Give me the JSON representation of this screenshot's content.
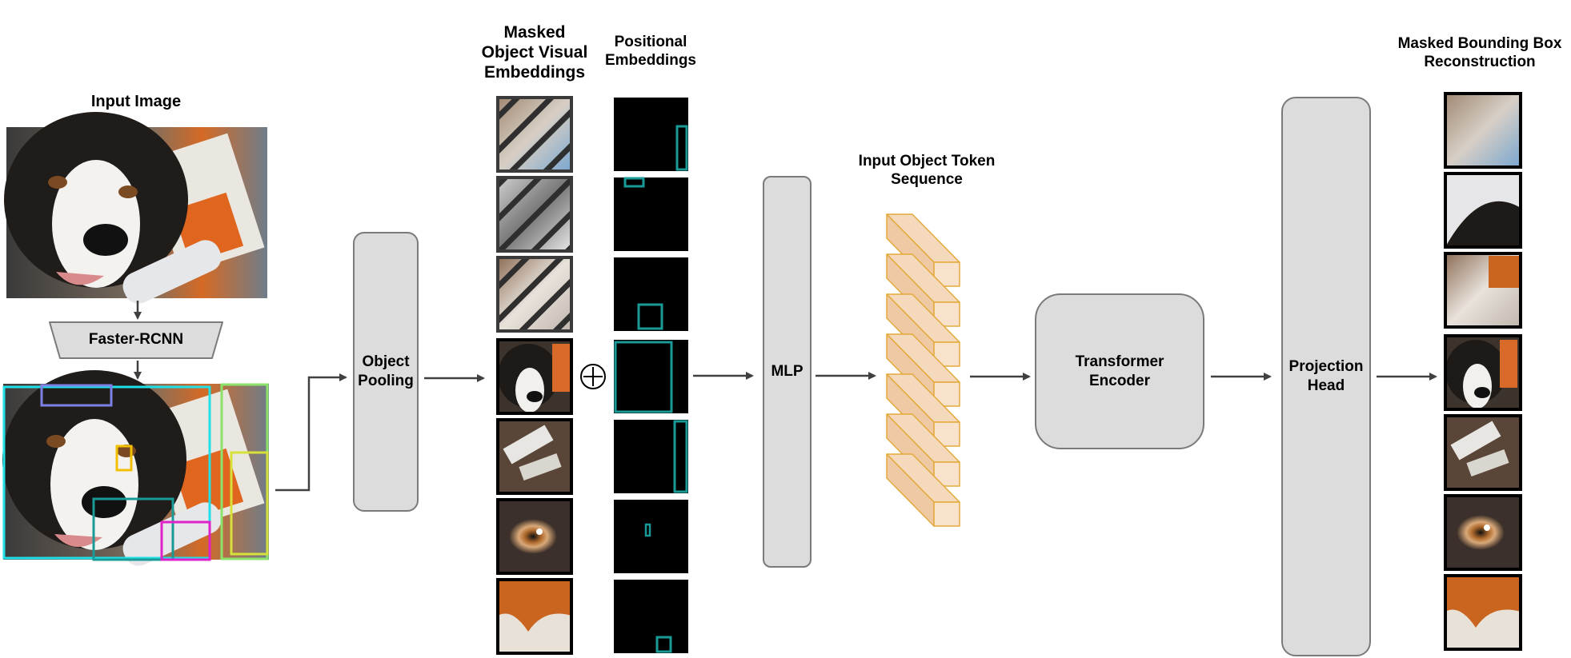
{
  "labels": {
    "input_image": "Input Image",
    "masked_embeddings": "Masked\nObject Visual\nEmbeddings",
    "positional_embeddings": "Positional\nEmbeddings",
    "token_sequence": "Input Object Token\nSequence",
    "reconstruction": "Masked Bounding Box\nReconstruction"
  },
  "blocks": {
    "detector": "Faster-RCNN",
    "pooling": "Object\nPooling",
    "mlp": "MLP",
    "encoder": "Transformer\nEncoder",
    "projection": "Projection\nHead"
  },
  "plus_symbol": "+",
  "colors": {
    "block_fill": "#dcdcdc",
    "block_border": "#7a7a7a",
    "token_fill": "#f5d9bd",
    "token_stroke": "#e3a93a",
    "mask_border": "#3a3a3a",
    "arrow": "#404040",
    "bbox_teal": "#1a9a96"
  },
  "detection_boxes": [
    "cyan",
    "lime",
    "slate-blue",
    "yellow",
    "teal",
    "magenta"
  ]
}
